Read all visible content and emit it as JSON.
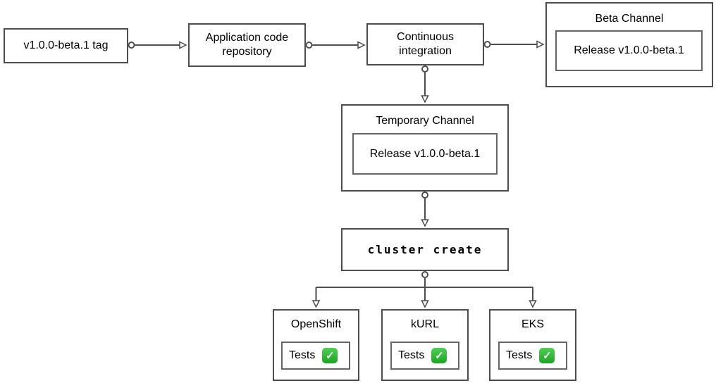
{
  "page": {
    "background": "#ffffff"
  },
  "colors": {
    "connector_stroke": "#4d4d4d",
    "outer_box_border": "#4d4d4d",
    "inner_box_border": "#666666",
    "text": "#000000",
    "check_green": "#26b52c",
    "check_mark_white": "#ffffff"
  },
  "icons": {
    "tests_passed_check": "✓"
  },
  "nodes": {
    "version_tag": {
      "label": "v1.0.0-beta.1 tag"
    },
    "app_repo": {
      "label": "Application code repository"
    },
    "ci": {
      "label": "Continuous integration"
    },
    "beta_channel": {
      "title": "Beta Channel",
      "release_label": "Release v1.0.0-beta.1"
    },
    "temporary_channel": {
      "title": "Temporary Channel",
      "release_label": "Release v1.0.0-beta.1"
    },
    "cluster_create": {
      "label": "cluster create"
    },
    "clusters": [
      {
        "title": "OpenShift",
        "tests_label": "Tests"
      },
      {
        "title": "kURL",
        "tests_label": "Tests"
      },
      {
        "title": "EKS",
        "tests_label": "Tests"
      }
    ]
  }
}
